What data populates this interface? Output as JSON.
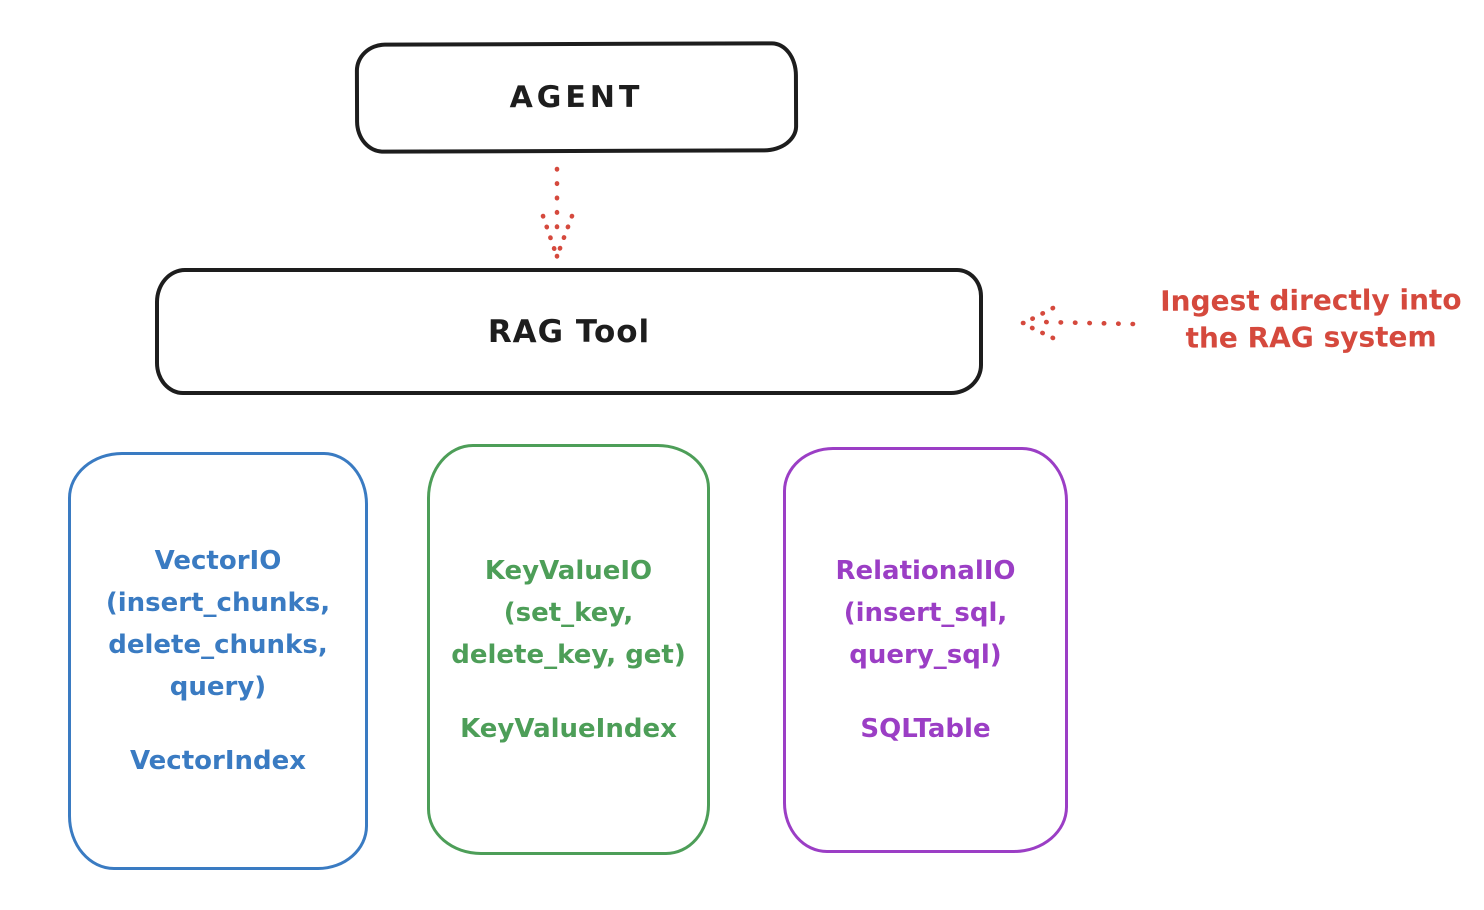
{
  "canvas": {
    "background": "#ffffff"
  },
  "colors": {
    "ink": "#1d1d1d",
    "red": "#d5493d",
    "blue": "#3a7bc2",
    "green": "#4d9e58",
    "purple": "#9b3ec5"
  },
  "agent": {
    "label": "AGENT"
  },
  "rag_tool": {
    "label": "RAG Tool"
  },
  "annotation": {
    "line1": "Ingest directly into",
    "line2": "the RAG system"
  },
  "arrows": [
    {
      "name": "agent-to-rag-tool",
      "style": "dotted",
      "direction": "down",
      "color": "#d5493d"
    },
    {
      "name": "ingest-into-rag-tool",
      "style": "dotted",
      "direction": "left",
      "color": "#d5493d"
    }
  ],
  "backends": [
    {
      "title": "VectorIO",
      "methods": [
        "(insert_chunks,",
        "delete_chunks,",
        "query)"
      ],
      "index": "VectorIndex",
      "color": "#3a7bc2"
    },
    {
      "title": "KeyValueIO",
      "methods": [
        "(set_key,",
        "delete_key, get)"
      ],
      "index": "KeyValueIndex",
      "color": "#4d9e58"
    },
    {
      "title": "RelationalIO",
      "methods": [
        "(insert_sql,",
        "query_sql)"
      ],
      "index": "SQLTable",
      "color": "#9b3ec5"
    }
  ]
}
